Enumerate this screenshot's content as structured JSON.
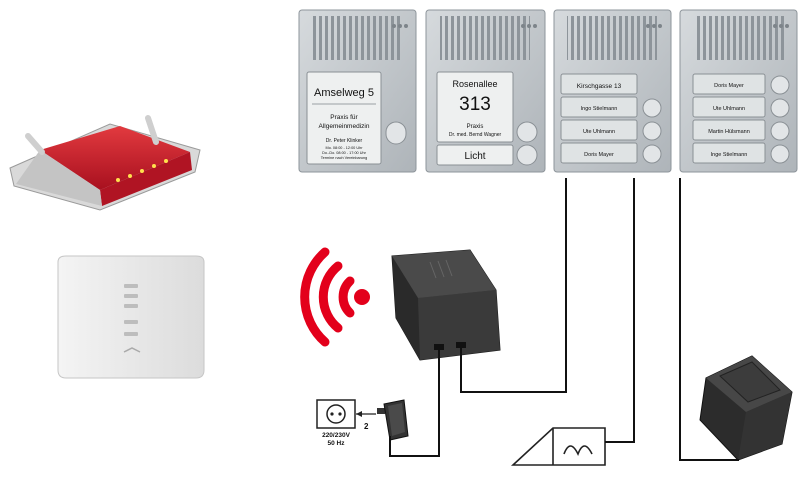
{
  "panels": [
    {
      "id": "panel-1",
      "street": "Amselweg 5",
      "practice_line1": "Praxis für",
      "practice_line2": "Allgemeinmedizin",
      "doctor": "Dr. Peter Klinker",
      "hours_line1": "Mo. 08:00 - 12:00 Uhr",
      "hours_line2": "Do.-Do. 08:00 - 17:00 Uhr",
      "hours_line3": "Termine nach Vereinbarung"
    },
    {
      "id": "panel-2",
      "street": "Rosenallee",
      "number": "313",
      "practice_line1": "Praxis",
      "doctor": "Dr. med. Bernd Wagner",
      "light": "Licht"
    },
    {
      "id": "panel-3",
      "names": [
        "Kirschgasse 13",
        "Ingo Stielmann",
        "Ute Uhlmann",
        "Doris Mayer"
      ]
    },
    {
      "id": "panel-4",
      "names": [
        "Doris Mayer",
        "Ute Uhlmann",
        "Martin Hülsmann",
        "Inge Stielmann"
      ]
    }
  ],
  "socket": {
    "voltage": "220/230V",
    "frequency": "50 Hz",
    "connector_number": "2"
  },
  "colors": {
    "panel_face": "#c7ccd0",
    "panel_name_field": "#dfe3e4",
    "wifi_red": "#e3001b",
    "router_red": "#c8102e",
    "device_dark": "#3a3a3a",
    "wire": "#111111"
  }
}
